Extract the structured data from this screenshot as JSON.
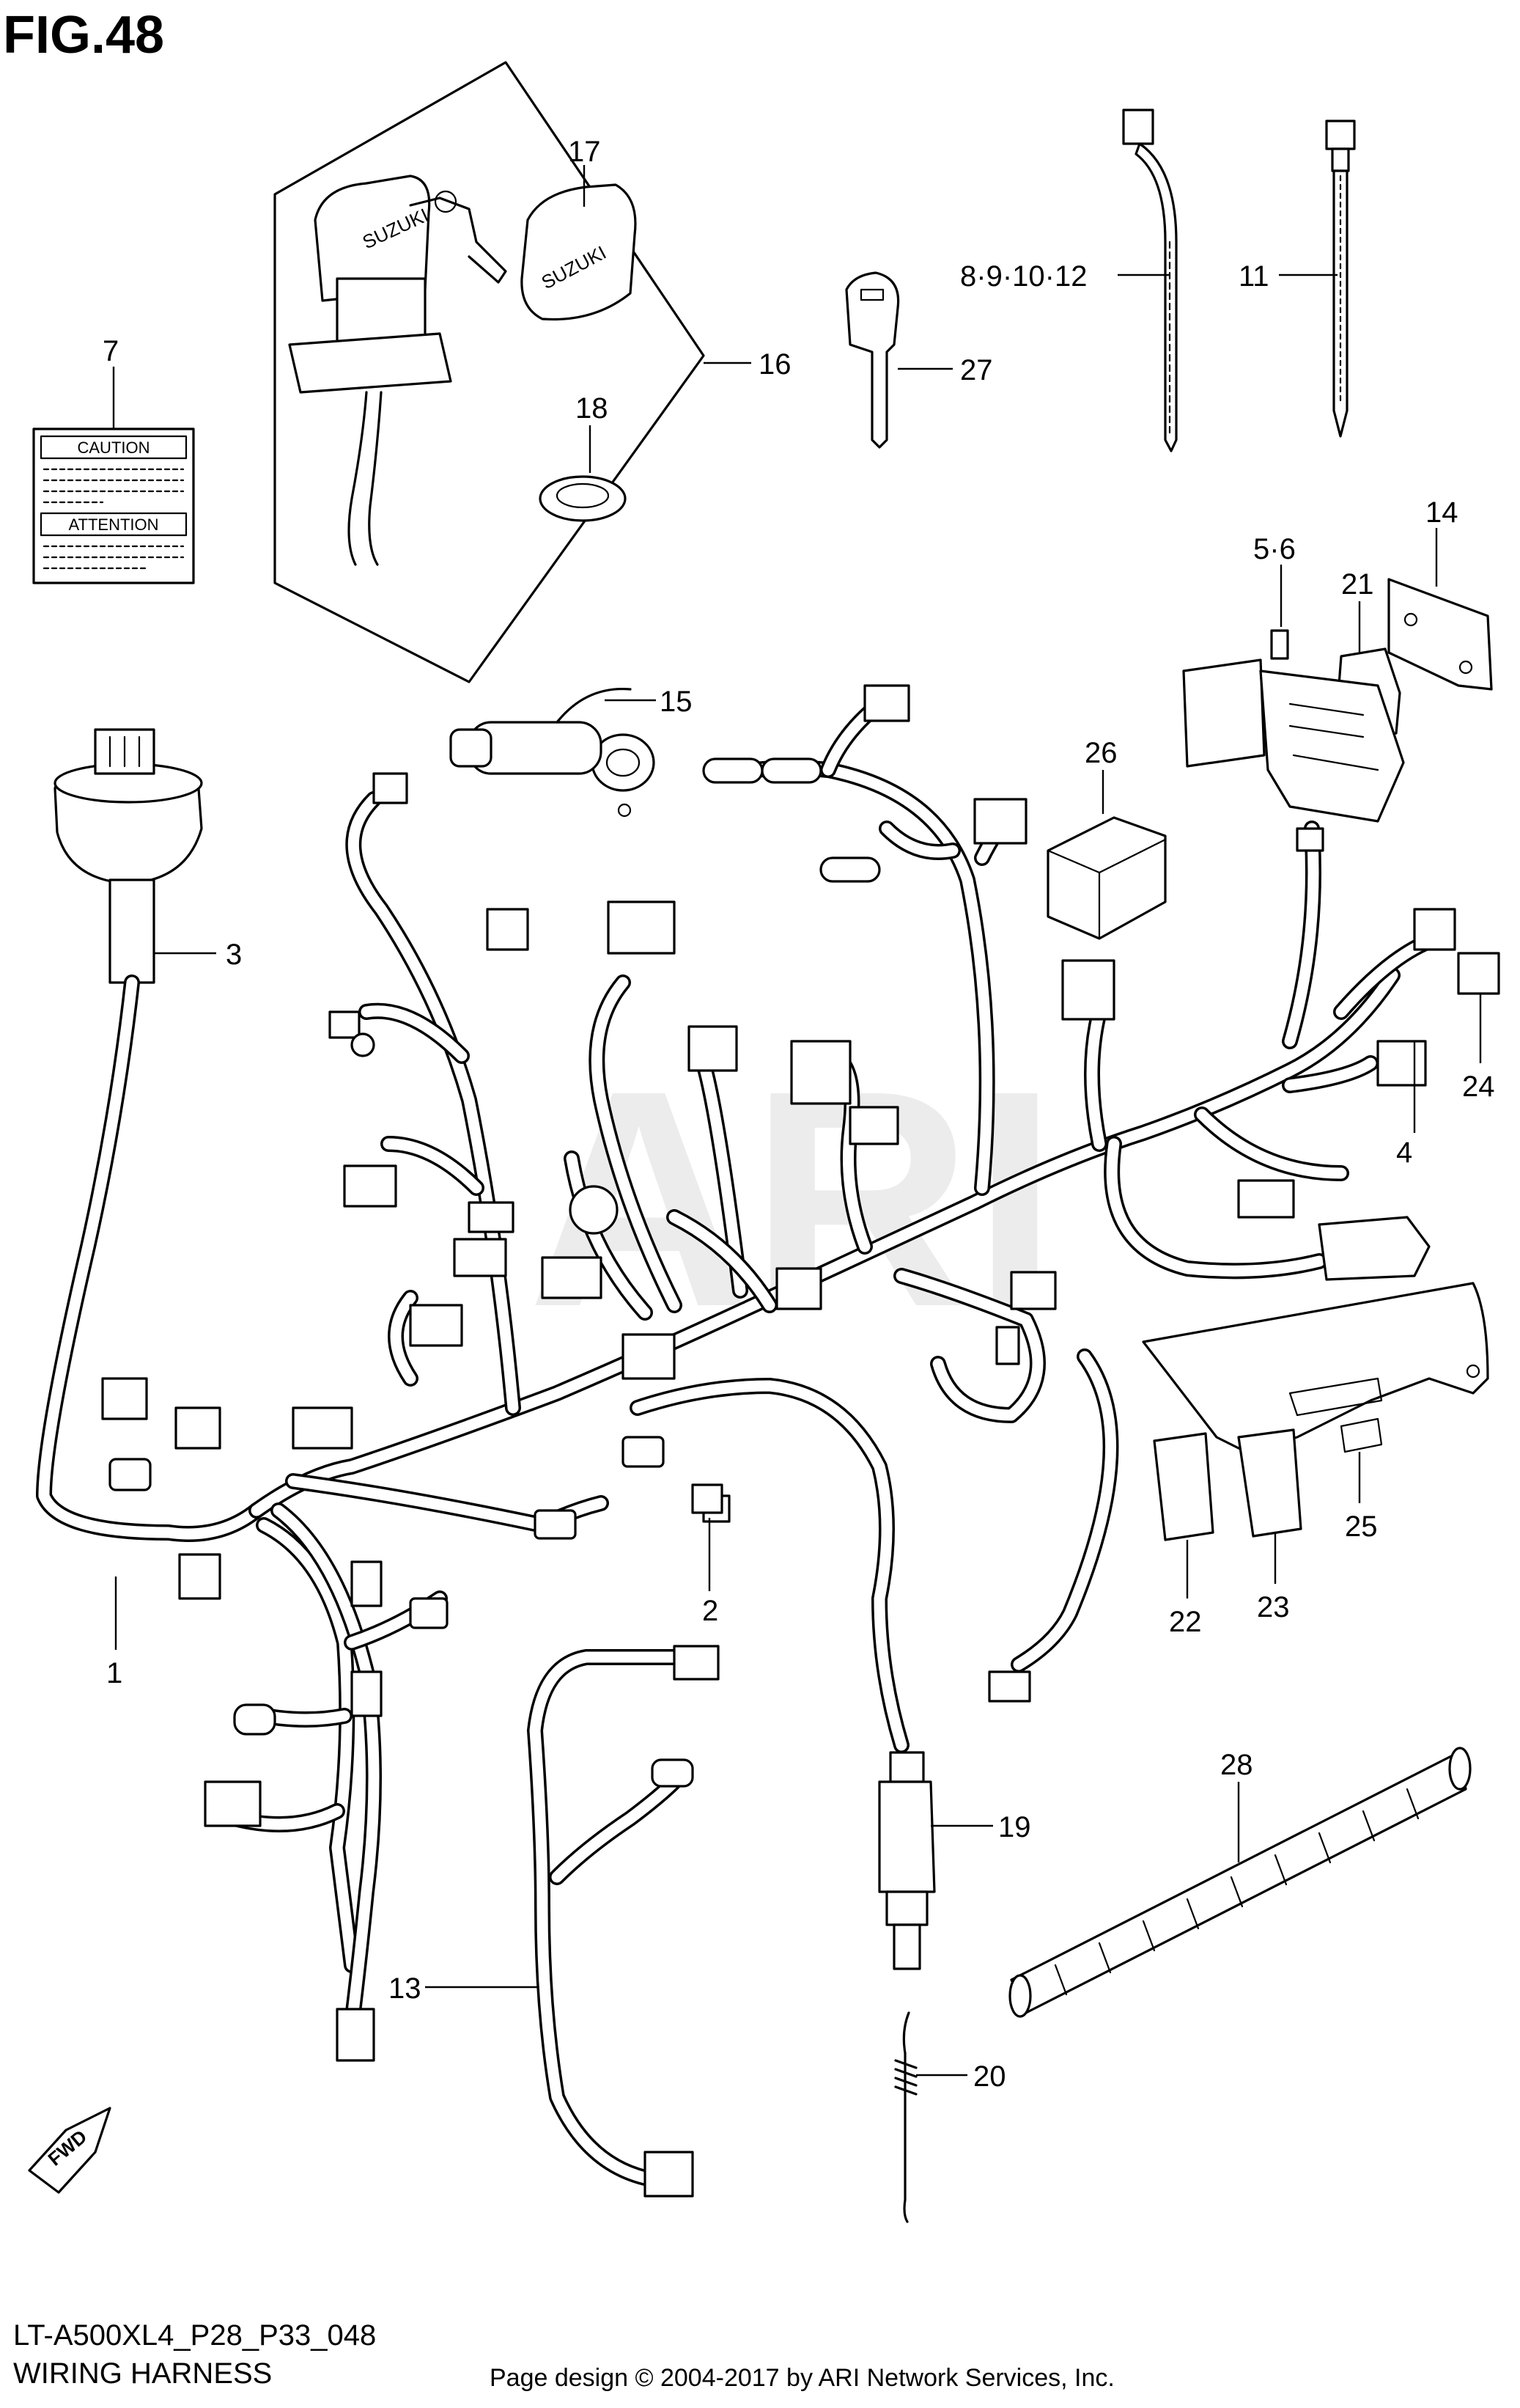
{
  "figure": {
    "title": "FIG.48",
    "model_code": "LT-A500XL4_P28_P33_048",
    "subtitle": "WIRING HARNESS",
    "copyright": "Page design © 2004-2017 by ARI Network Services, Inc.",
    "watermark": "ARI"
  },
  "label_sticker": {
    "caution": "CAUTION",
    "attention": "ATTENTION"
  },
  "ignition_switch": {
    "brand_text": "SUZUKI"
  },
  "fwd_arrow": "FWD",
  "callouts": [
    {
      "id": "c7",
      "text": "7"
    },
    {
      "id": "c17",
      "text": "17"
    },
    {
      "id": "c18",
      "text": "18"
    },
    {
      "id": "c16",
      "text": "16"
    },
    {
      "id": "c27",
      "text": "27"
    },
    {
      "id": "c8",
      "text": "8·9·10·12"
    },
    {
      "id": "c11",
      "text": "11"
    },
    {
      "id": "c3",
      "text": "3"
    },
    {
      "id": "c15",
      "text": "15"
    },
    {
      "id": "c14",
      "text": "14"
    },
    {
      "id": "c56",
      "text": "5·6"
    },
    {
      "id": "c21",
      "text": "21"
    },
    {
      "id": "c26",
      "text": "26"
    },
    {
      "id": "c24",
      "text": "24"
    },
    {
      "id": "c4",
      "text": "4"
    },
    {
      "id": "c25",
      "text": "25"
    },
    {
      "id": "c22",
      "text": "22"
    },
    {
      "id": "c23",
      "text": "23"
    },
    {
      "id": "c2",
      "text": "2"
    },
    {
      "id": "c1",
      "text": "1"
    },
    {
      "id": "c28",
      "text": "28"
    },
    {
      "id": "c19",
      "text": "19"
    },
    {
      "id": "c13",
      "text": "13"
    },
    {
      "id": "c20",
      "text": "20"
    }
  ]
}
